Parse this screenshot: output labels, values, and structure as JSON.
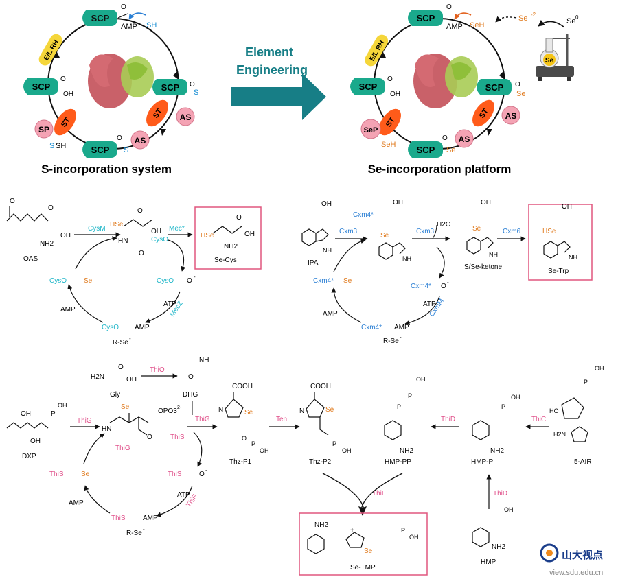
{
  "colors": {
    "teal": "#1aa98c",
    "orange": "#ff5b1a",
    "pink": "#f4a3b4",
    "cyan": "#1eb6c8",
    "se": "#e07b1f",
    "magenta": "#e0508a",
    "box": "#e0567e",
    "arrowTeal": "#177e86",
    "yellow": "#f5d63a",
    "protein": "#c0454f",
    "protein2": "#a9cc55"
  },
  "top": {
    "left_title": "S-incorporation system",
    "right_title": "Se-incorporation platform",
    "middle_label_1": "Element",
    "middle_label_2": "Engineering",
    "scp": "SCP",
    "amp": "AMP",
    "sh": "SH",
    "seh": "SeH",
    "s_minus": "S",
    "se_minus": "Se",
    "oh": "OH",
    "eil": "E/L RH",
    "st": "ST",
    "as": "AS",
    "sp": "SP",
    "sep": "SeP",
    "se_anion": "Se",
    "se_anion_sup": "-2",
    "se0": "Se",
    "se0_sup": "0",
    "flask_se": "Se",
    "minus": "-",
    "s_atom": "S",
    "se_atom": "Se",
    "o_atom": "O"
  },
  "cys": {
    "oas": "OAS",
    "nh2": "NH2",
    "oh": "OH",
    "cysM": "CysM",
    "mec": "Mec*",
    "cysO1": "CysO",
    "cysO2": "CysO",
    "cysO3": "CysO",
    "cysO4": "CysO",
    "se_cys": "Se-Cys",
    "hse": "HSe",
    "se": "Se",
    "o_minus": "O",
    "atp": "ATP",
    "mecZ": "MecZ",
    "amp1": "AMP",
    "amp2": "AMP",
    "r_se": "R-Se",
    "minus": "-",
    "hn": "HN",
    "o": "O",
    "s_minus": "Se"
  },
  "trp": {
    "ipa": "IPA",
    "nh": "NH",
    "cxm3a": "Cxm3",
    "cxm3b": "Cxm3",
    "cxm4a": "Cxm4*",
    "cxm4b": "Cxm4*",
    "cxm4c": "Cxm4*",
    "cxm4d": "Cxm4*",
    "cxm6": "Cxm6",
    "h2o": "H2O",
    "ketone": "S/Se-ketone",
    "se_trp": "Se-Trp",
    "hse": "HSe",
    "se": "Se",
    "oh": "OH",
    "o": "O",
    "atp": "ATP",
    "cxmM": "CxmM",
    "amp1": "AMP",
    "amp2": "AMP",
    "r_se": "R-Se",
    "minus": "-"
  },
  "thi": {
    "gly": "Gly",
    "dhg": "DHG",
    "thiO": "ThiO",
    "nh": "NH",
    "h2n": "H2N",
    "oh": "OH",
    "dxp": "DXP",
    "thiG1": "ThiG",
    "thiG2": "ThiG",
    "thiG3": "ThiG",
    "thiS1": "ThiS",
    "thiS2": "ThiS",
    "thiS3": "ThiS",
    "thiS4": "ThiS",
    "hn": "HN",
    "se_minus": "Se",
    "opo3": "OPO3",
    "opo3_sup": "2-",
    "thz_p1": "Thz-P1",
    "thz_p2": "Thz-P2",
    "tenI": "TenI",
    "cooh1": "COOH",
    "cooh2": "COOH",
    "n": "N",
    "se": "Se",
    "hmp_pp": "HMP-PP",
    "hmp_p": "HMP-P",
    "thiD1": "ThiD",
    "thiD2": "ThiD",
    "thiC": "ThiC",
    "air": "5-AIR",
    "h2n2": "H2N",
    "nh2": "NH2",
    "nh2b": "NH2",
    "hmp": "HMP",
    "thiE": "ThiE",
    "se_tmp": "Se-TMP",
    "atp": "ATP",
    "thiF": "ThiF",
    "amp1": "AMP",
    "amp2": "AMP",
    "r_se": "R-Se",
    "o": "O",
    "p": "P",
    "oh2": "OH",
    "ho": "HO",
    "plus": "+",
    "o_minus": "O",
    "minus": "-"
  },
  "watermark": {
    "brand": "山大视点",
    "url": "view.sdu.edu.cn"
  }
}
